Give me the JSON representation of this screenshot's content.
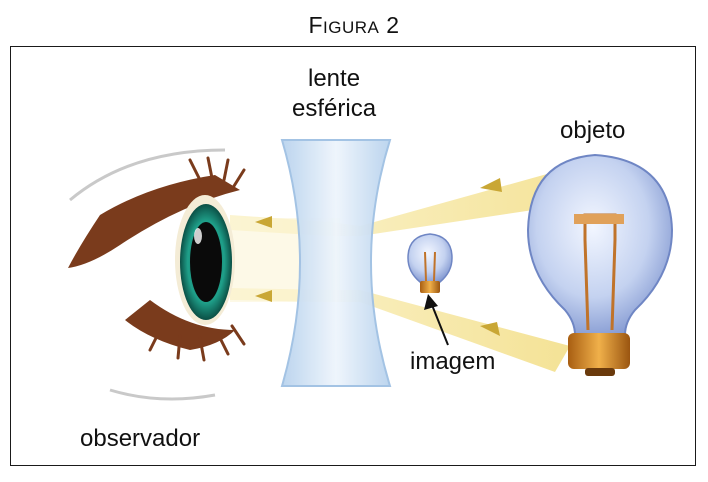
{
  "figure": {
    "title_first_letter": "F",
    "title_rest": "IGURA",
    "title_number": "2"
  },
  "labels": {
    "lens_line1": "lente",
    "lens_line2": "esférica",
    "object": "objeto",
    "image": "imagem",
    "observer": "observador"
  },
  "colors": {
    "light_beam": "#f6e9a6",
    "lens": "#cfe3f5",
    "iris": "#1f9a86",
    "bulb_glass": "#aebfe8",
    "bulb_base": "#d48a2a"
  }
}
